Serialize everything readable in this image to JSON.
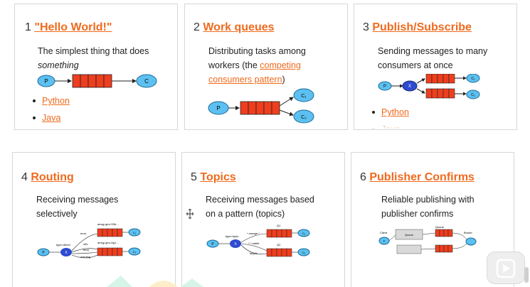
{
  "tutorials": [
    {
      "number": "1",
      "title": "\"Hello World!\"",
      "desc_lines": [
        "The simplest thing that does",
        "something"
      ],
      "links": [
        "Python",
        "Java"
      ]
    },
    {
      "number": "2",
      "title": "Work queues",
      "desc_plain": "Distributing tasks among workers (the ",
      "desc_link": "competing consumers pattern",
      "desc_tail": ")"
    },
    {
      "number": "3",
      "title": "Publish/Subscribe",
      "desc_lines": [
        "Sending messages to many",
        "consumers at once"
      ],
      "links": [
        "Python",
        "Java"
      ]
    },
    {
      "number": "4",
      "title": "Routing",
      "desc_lines": [
        "Receiving messages",
        "selectively"
      ]
    },
    {
      "number": "5",
      "title": "Topics",
      "desc_lines": [
        "Receiving messages based",
        "on a pattern (topics)"
      ]
    },
    {
      "number": "6",
      "title": "Publisher Confirms",
      "desc_lines": [
        "Reliable publishing with",
        "publisher confirms"
      ]
    }
  ],
  "diagrams": {
    "hello": {
      "producer": "P",
      "consumer": "C"
    },
    "work": {
      "producer": "P",
      "c1": "C₁",
      "c2": "C₂"
    },
    "pubsub": {
      "producer": "P",
      "exchange": "X",
      "c1": "C₁",
      "c2": "C₂"
    },
    "routing": {
      "producer": "P",
      "exchange": "X",
      "type": "type=direct",
      "keys": [
        "error",
        "info",
        "error",
        "warning"
      ],
      "q1": "amqp.gen-S9b...",
      "q2": "amqp.gen-Ag1...",
      "c1": "C₁",
      "c2": "C₂"
    },
    "topics": {
      "producer": "P",
      "exchange": "X",
      "type": "type=topic",
      "keys": [
        "*.orange.*",
        "*.*.rabbit",
        "lazy.#"
      ],
      "q1": "Q1",
      "q2": "Q2",
      "c1": "C₁",
      "c2": "C₂"
    },
    "confirms": {
      "producer": "P",
      "client": "Client",
      "broker": "Broker",
      "exchange_label": "Queue",
      "queue_label": "Queue"
    }
  },
  "colors": {
    "accent": "#f06a1d",
    "queue": "#ee3e1e",
    "node_blue": "#5cc0f0",
    "exchange_blue": "#2f4bd0"
  }
}
